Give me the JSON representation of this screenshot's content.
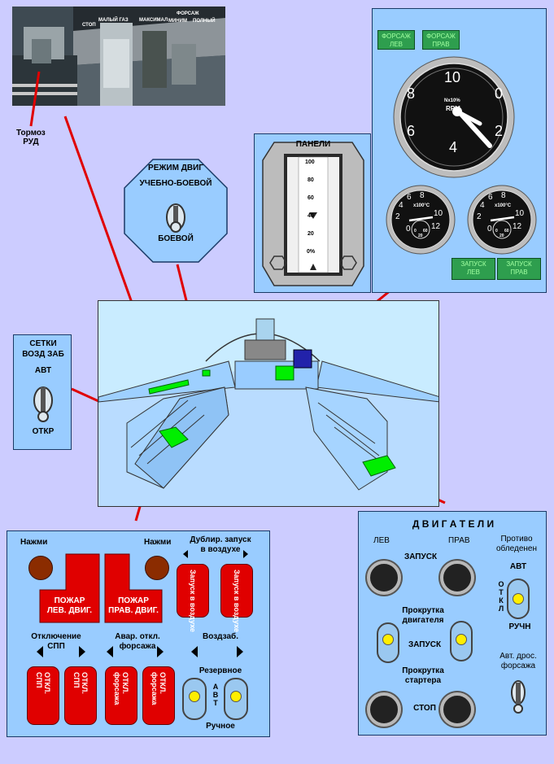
{
  "photo": {
    "labels": [
      "СТОП",
      "МАЛЫЙ ГАЗ",
      "МАКСИМАЛ",
      "ФОРСАЖ",
      "МИНИМ",
      "ПОЛНЫЙ"
    ]
  },
  "callouts": {
    "brake": "Тормоз\nРУД"
  },
  "mode_panel": {
    "title": "РЕЖИМ ДВИГ",
    "top": "УЧЕБНО-БОЕВОЙ",
    "bottom": "БОЕВОЙ"
  },
  "panels_gauge": {
    "title": "ПАНЕЛИ",
    "ticks": [
      "100",
      "80",
      "60",
      "40",
      "20",
      "0%"
    ]
  },
  "rpm_panel": {
    "afterburner_left": "ФОРСАЖ\nЛЕВ",
    "afterburner_right": "ФОРСАЖ\nПРАВ",
    "big_gauge": {
      "numbers": [
        "0",
        "2",
        "4",
        "6",
        "8",
        "10"
      ],
      "caption1": "Nx10%",
      "caption2": "RPM"
    },
    "small_gauge": {
      "numbers": [
        "0",
        "2",
        "4",
        "6",
        "8",
        "10",
        "12"
      ],
      "caption": "x100°C",
      "inner": [
        "0",
        "20",
        "60"
      ]
    },
    "start_left": "ЗАПУСК\nЛЕВ",
    "start_right": "ЗАПУСК\nПРАВ"
  },
  "grids_panel": {
    "title": "СЕТКИ\nВОЗД ЗАБ",
    "top": "АВТ",
    "bottom": "ОТКР"
  },
  "left_panel": {
    "press_left": "Нажми",
    "press_right": "Нажми",
    "fire_left": "ПОЖАР\nЛЕВ. ДВИГ.",
    "fire_right": "ПОЖАР\nПРАВ. ДВИГ.",
    "dup_start": "Дублир. запуск\nв воздухе",
    "air_start_1": "Запуск в воздухе",
    "air_start_2": "Запуск в воздухе",
    "spp_off": "Отключение\nСПП",
    "emerg_ab_off": "Авар. откл.\nфорсажа",
    "intake": "Воздзаб.",
    "spp_btn_1": "ОТКЛ.\nСПП",
    "spp_btn_2": "ОТКЛ.\nСПП",
    "ab_btn_1": "ОТКЛ.\nфорсажа",
    "ab_btn_2": "ОТКЛ.\nфорсажа",
    "reserve": "Резервное",
    "avt": "А\nВ\nТ",
    "manual": "Ручное"
  },
  "engines_panel": {
    "title": "Д В И Г А Т Е Л И",
    "left": "ЛЕВ",
    "right": "ПРАВ",
    "anti_ice": "Противо\nобледенен",
    "start": "ЗАПУСК",
    "avt": "АВТ",
    "off": "О\nТ\nК\nЛ",
    "manual": "РУЧН",
    "crank_engine": "Прокрутка\nдвигателя",
    "start2": "ЗАПУСК",
    "crank_starter": "Прокрутка\nстартера",
    "auto_throttle": "Авт. дрос.\nфорсажа",
    "stop": "СТОП"
  },
  "colors": {
    "background": "#ccccff",
    "panel": "#99ccff",
    "red_button": "#e00000",
    "green_indicator": "#2e9e4e",
    "led": "#ffee00"
  }
}
